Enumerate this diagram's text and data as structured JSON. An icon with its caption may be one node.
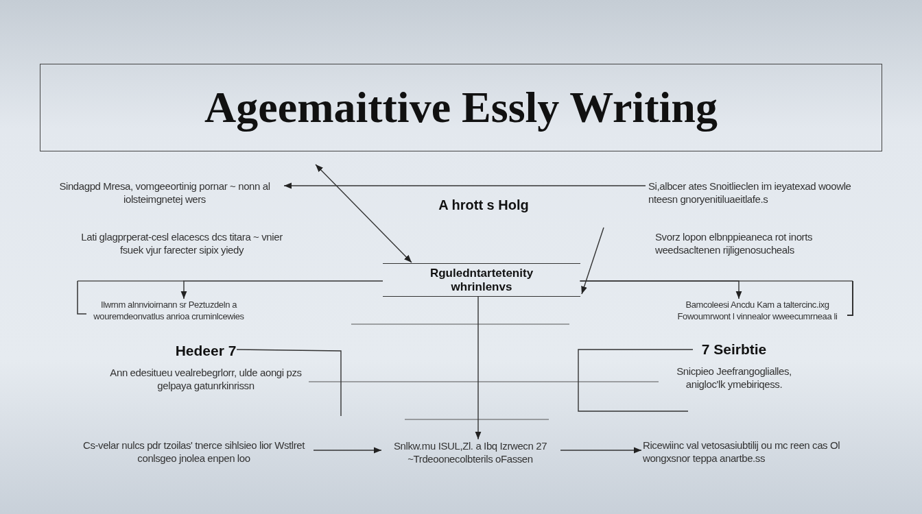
{
  "diagram": {
    "title": "Ageemaittive Essly Writing",
    "nodes": [
      {
        "text": [
          "A hrott s Holg"
        ]
      },
      {
        "text": [
          "Rguledntartetenity whrinlenvs"
        ]
      },
      {
        "text": [
          "Sindagpd Mresa, vomgeeortinig pornar ~ nonn al iolsteimgnetej wers"
        ]
      },
      {
        "text": [
          "Lati glagprperat-cesl elacescs dcs titara ~ vnier fsuek vjur farecter sipix yiedy"
        ]
      },
      {
        "text": [
          "Ilwrnm alnnvioirnann sr Peztuzdeln a wouremdeonvatlus anrioa cruminlcewies"
        ]
      },
      {
        "text": [
          "Si,albcer ates Snoitlieclen im ieyatexad woowle nteesn gnoryenitiluaeitlafe.s"
        ]
      },
      {
        "text": [
          "Svorz lopon elbnppieaneca rot inorts weedsacltenen rijligenosucheals"
        ]
      },
      {
        "text": [
          "Bamcoleesi Ancdu Kam a taltercinc.ixg Fowoumrwont l vinnealor wweecumrneaa li"
        ]
      },
      {
        "text": [
          "Hedeer 7",
          "Ann edesitueu vealrebegrlorr, ulde aongi pzs gelpaya gatunrkinrissn"
        ]
      },
      {
        "text": [
          "7 Seirbtie",
          "Snicpieo Jeefrangoglialles, anigloc'lk ymebiriqess."
        ]
      },
      {
        "text": [
          "Cs-velar nulcs pdr tzoilas' tnerce sihlsieo lior Wstlret conlsgeo jnolea enpen loo"
        ]
      },
      {
        "text": [
          "Snlkw.mu ISUL,Zl. a Ibq Izrwecn 27 ~Trdeoonecolbterils oFassen"
        ]
      },
      {
        "text": [
          "Ricewiinc val vetosasiubtilij ou mc reen cas Ol wongxsnor teppa anartbe.ss"
        ]
      }
    ],
    "edges": [
      {
        "from": 5,
        "to": 2,
        "arrow": "to"
      },
      {
        "from": null,
        "to": 1,
        "arrow": "both"
      },
      {
        "from": null,
        "to": 1,
        "arrow": "to"
      },
      {
        "from": 1,
        "to": 4,
        "arrow": "to"
      },
      {
        "from": 1,
        "to": 7,
        "arrow": "to"
      },
      {
        "from": 1,
        "to": 11,
        "arrow": "to"
      },
      {
        "from": 8,
        "to": null,
        "arrow": "none"
      },
      {
        "from": 9,
        "to": null,
        "arrow": "none"
      },
      {
        "from": 10,
        "to": 11,
        "arrow": "to"
      },
      {
        "from": 11,
        "to": 12,
        "arrow": "to"
      }
    ]
  }
}
